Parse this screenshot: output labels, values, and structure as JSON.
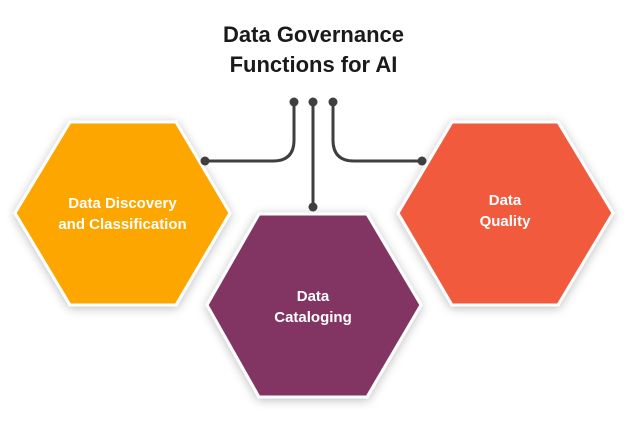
{
  "title": {
    "line1": "Data Governance",
    "line2": "Functions for AI"
  },
  "functions": [
    {
      "id": "discovery",
      "line1": "Data Discovery",
      "line2": "and Classification",
      "color": "#FDA600"
    },
    {
      "id": "cataloging",
      "line1": "Data",
      "line2": "Cataloging",
      "color": "#823663"
    },
    {
      "id": "quality",
      "line1": "Data",
      "line2": "Quality",
      "color": "#F15A3E"
    }
  ],
  "connector_color": "#3f3f3f"
}
